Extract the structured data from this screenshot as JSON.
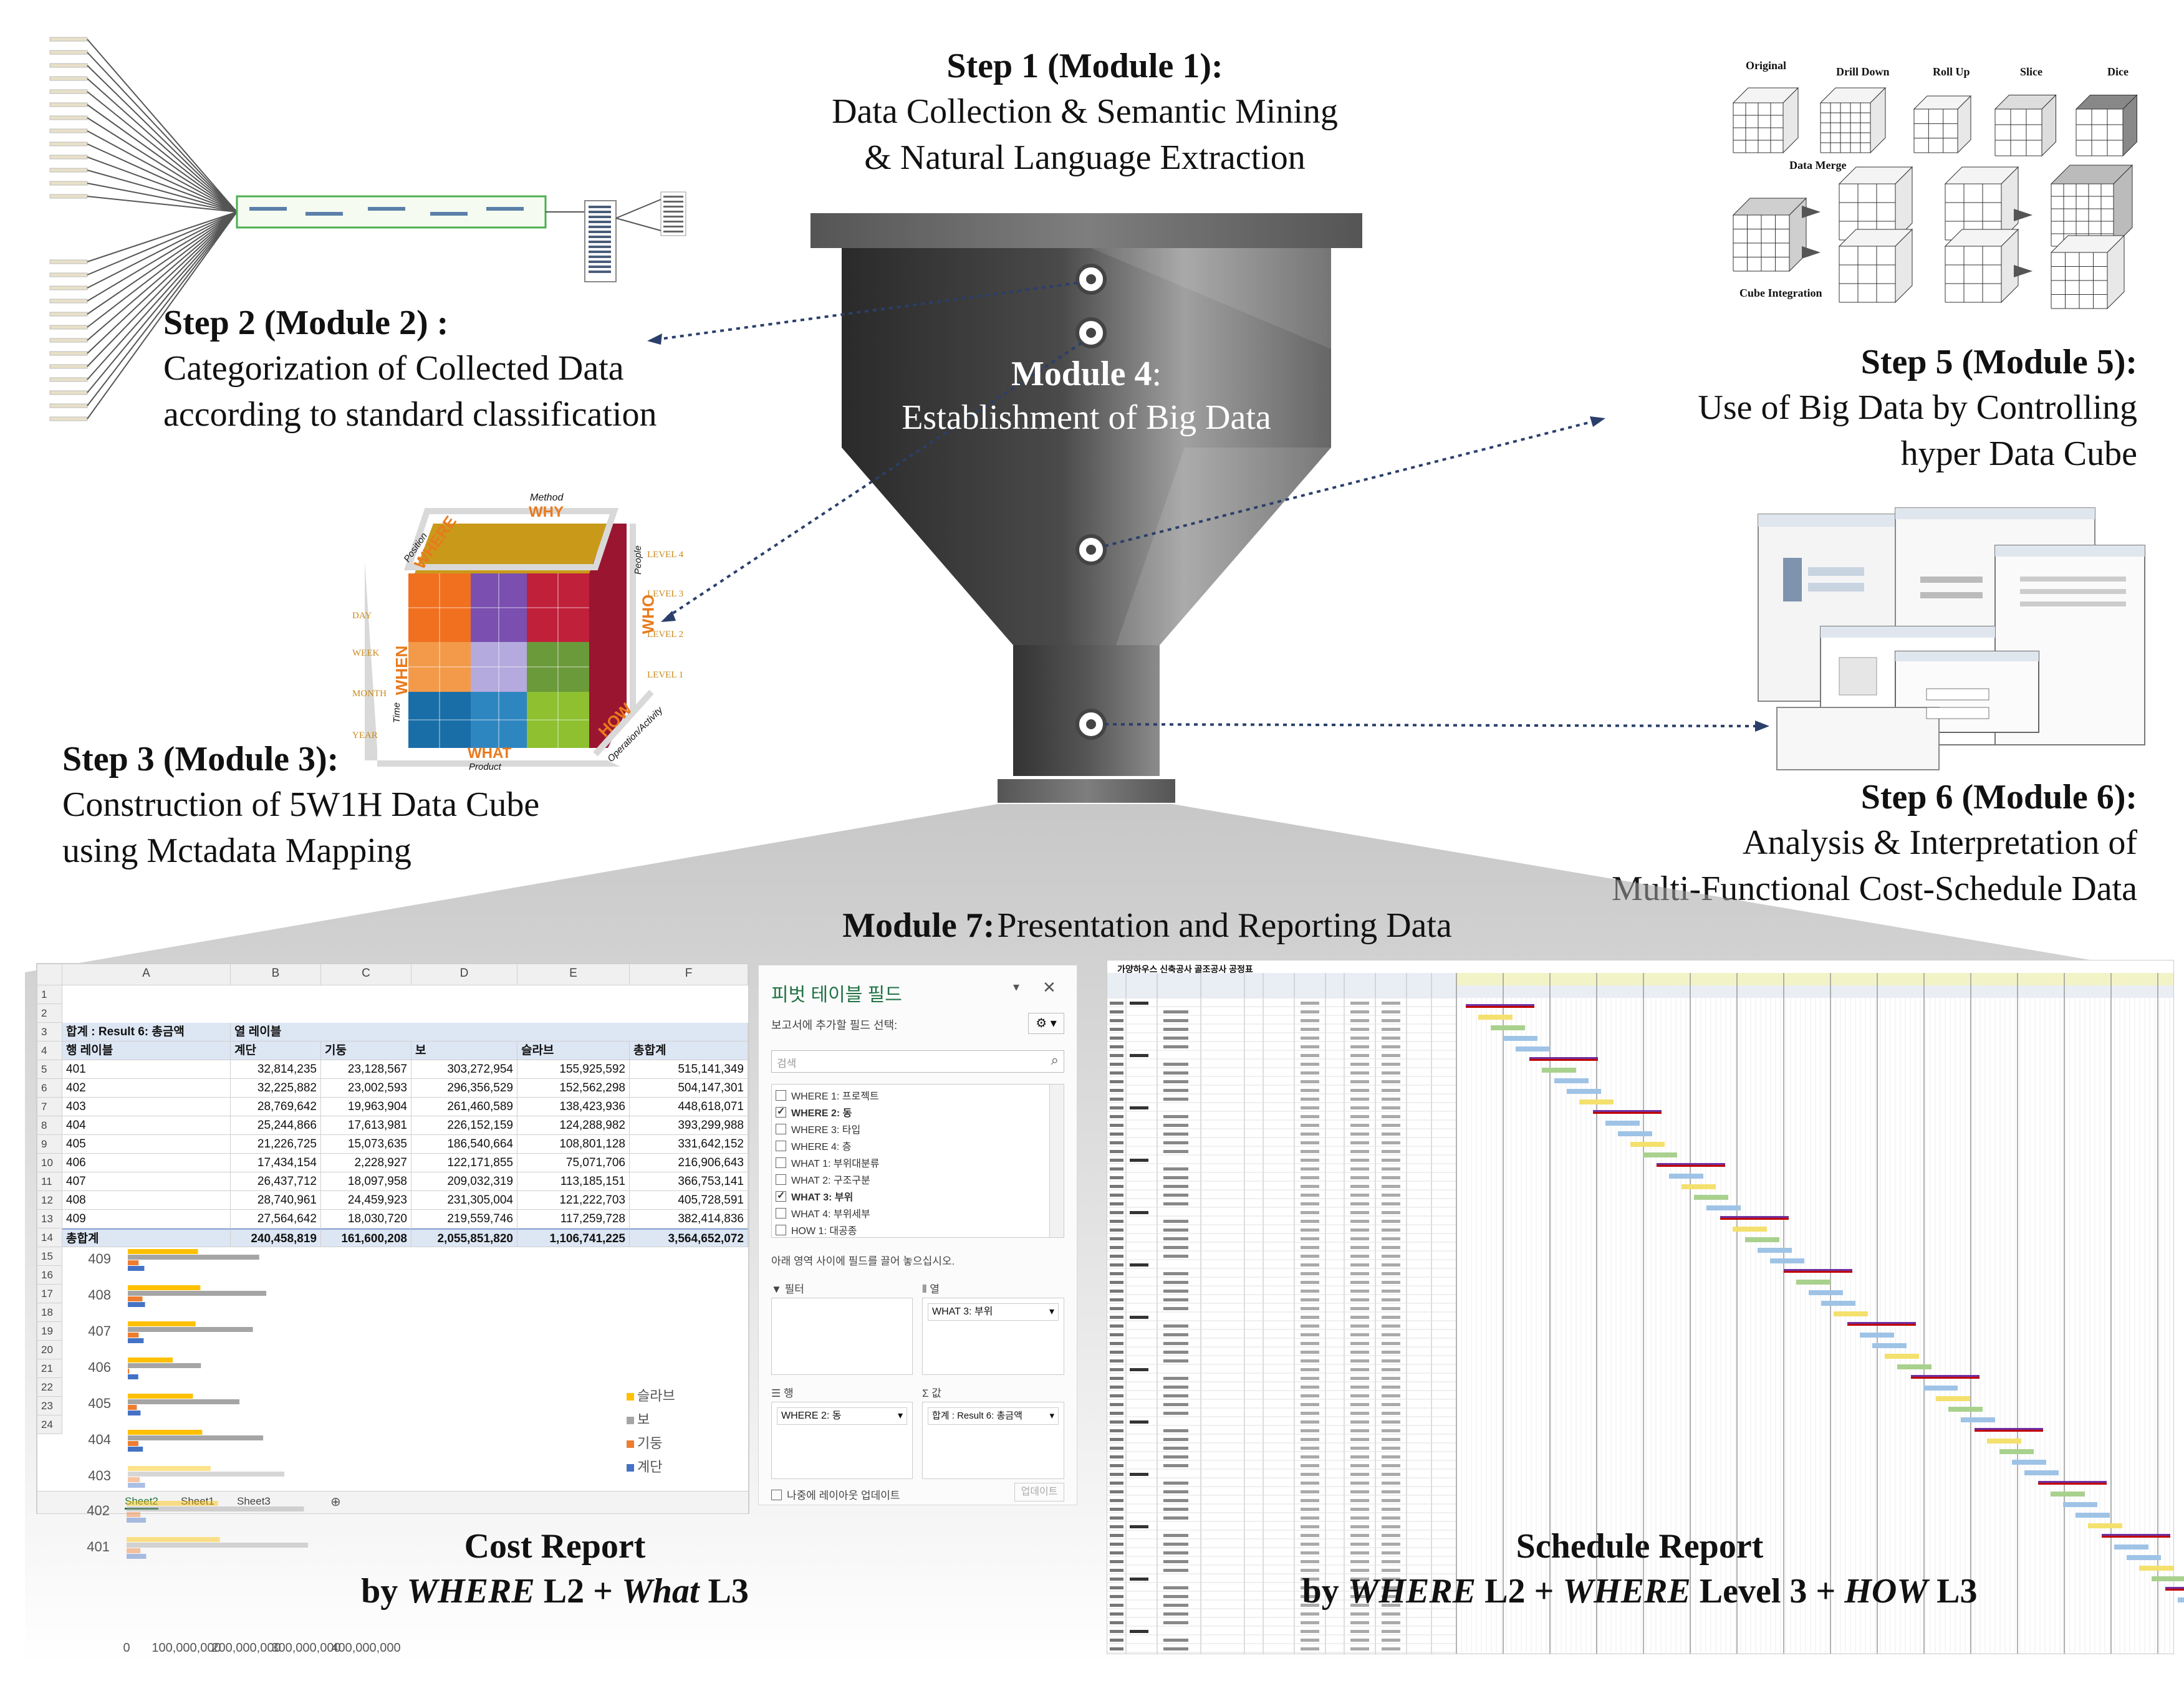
{
  "step1": {
    "title": "Step 1 (Module 1):",
    "line1": "Data Collection & Semantic Mining",
    "line2": "& Natural Language Extraction"
  },
  "step2": {
    "title": "Step 2 (Module 2) :",
    "line1": "Categorization of Collected Data",
    "line2": "according to standard classification"
  },
  "step3": {
    "title": "Step 3 (Module 3):",
    "line1": "Construction of 5W1H Data Cube",
    "line2": "using  Mctadata Mapping"
  },
  "module4": {
    "title": "Module 4",
    "colon": ":",
    "line1": "Establishment of  Big Data"
  },
  "step5": {
    "title": "Step 5 (Module 5):",
    "line1": "Use of Big Data by Controlling",
    "line2": "hyper Data Cube"
  },
  "step6": {
    "title": "Step 6 (Module 6):",
    "line1": "Analysis & Interpretation of",
    "line2": "Multi-Functional Cost-Schedule Data"
  },
  "module7": {
    "title": "Module 7:",
    "line1": "Presentation and Reporting Data"
  },
  "cost_report": {
    "line1": "Cost Report",
    "line2_by": "by ",
    "line2_where": "WHERE",
    "line2_mid": " L2 + ",
    "line2_what": "What",
    "line2_end": " L3"
  },
  "schedule_report": {
    "line1": "Schedule Report",
    "by": "by ",
    "w1": "WHERE",
    "p1": " L2 + ",
    "w2": "WHERE",
    "p2": " Level 3 + ",
    "w3": "HOW",
    "p3": " L3"
  },
  "olap_cube_labels": {
    "original": "Original",
    "drill_down": "Drill Down",
    "roll_up": "Roll Up",
    "slice": "Slice",
    "dice": "Dice",
    "data_merge": "Data Merge",
    "cube_integration": "Cube Integration"
  },
  "cube5w1h": {
    "method": "Method",
    "why": "WHY",
    "position": "Position",
    "where": "WHERE",
    "people": "People",
    "who": "WHO",
    "when": "WHEN",
    "time": "Time",
    "what": "WHAT",
    "product": "Product",
    "how": "HOW",
    "operation": "Operation/Activity",
    "levels": [
      "LEVEL 4",
      "LEVEL 3",
      "LEVEL 2",
      "LEVEL 1"
    ],
    "time_units": [
      "DAY",
      "WEEK",
      "MONTH",
      "YEAR"
    ]
  },
  "spreadsheet": {
    "col_headers": [
      "A",
      "B",
      "C",
      "D",
      "E",
      "F"
    ],
    "row_numbers": [
      "1",
      "2",
      "3",
      "4",
      "5",
      "6",
      "7",
      "8",
      "9",
      "10",
      "11",
      "12",
      "13",
      "14",
      "15",
      "16",
      "17",
      "18",
      "19",
      "20",
      "21",
      "22",
      "23",
      "24"
    ],
    "sum_label": "합계 : Result 6: 총금액",
    "col_label": "열 레이블",
    "row_label": "행 레이블",
    "columns": [
      "계단",
      "기둥",
      "보",
      "슬라브",
      "총합계"
    ],
    "rows": [
      [
        "401",
        "32,814,235",
        "23,128,567",
        "303,272,954",
        "155,925,592",
        "515,141,349"
      ],
      [
        "402",
        "32,225,882",
        "23,002,593",
        "296,356,529",
        "152,562,298",
        "504,147,301"
      ],
      [
        "403",
        "28,769,642",
        "19,963,904",
        "261,460,589",
        "138,423,936",
        "448,618,071"
      ],
      [
        "404",
        "25,244,866",
        "17,613,981",
        "226,152,159",
        "124,288,982",
        "393,299,988"
      ],
      [
        "405",
        "21,226,725",
        "15,073,635",
        "186,540,664",
        "108,801,128",
        "331,642,152"
      ],
      [
        "406",
        "17,434,154",
        "2,228,927",
        "122,171,855",
        "75,071,706",
        "216,906,643"
      ],
      [
        "407",
        "26,437,712",
        "18,097,958",
        "209,032,319",
        "113,185,151",
        "366,753,141"
      ],
      [
        "408",
        "28,740,961",
        "24,459,923",
        "231,305,004",
        "121,222,703",
        "405,728,591"
      ],
      [
        "409",
        "27,564,642",
        "18,030,720",
        "219,559,746",
        "117,259,728",
        "382,414,836"
      ]
    ],
    "total": [
      "총합계",
      "240,458,819",
      "161,600,208",
      "2,055,851,820",
      "1,106,741,225",
      "3,564,652,072"
    ],
    "sheet_tabs": [
      "Sheet2",
      "Sheet1",
      "Sheet3"
    ]
  },
  "chart_data": {
    "type": "bar",
    "orientation": "horizontal",
    "categories": [
      "409",
      "408",
      "407",
      "406",
      "405",
      "404",
      "403",
      "402",
      "401"
    ],
    "series": [
      {
        "name": "계단",
        "values": [
          27564642,
          28740961,
          26437712,
          17434154,
          21226725,
          25244866,
          28769642,
          32225882,
          32814235
        ]
      },
      {
        "name": "기둥",
        "values": [
          18030720,
          24459923,
          18097958,
          2228927,
          15073635,
          17613981,
          19963904,
          23002593,
          23128567
        ]
      },
      {
        "name": "보",
        "values": [
          219559746,
          231305004,
          209032319,
          122171855,
          186540664,
          226152159,
          261460589,
          296356529,
          303272954
        ]
      },
      {
        "name": "슬라브",
        "values": [
          117259728,
          121222703,
          113185151,
          75071706,
          108801128,
          124288982,
          138423936,
          152562298,
          155925592
        ]
      }
    ],
    "series_colors": [
      "#4472c4",
      "#ed7d31",
      "#a5a5a5",
      "#ffc000"
    ],
    "xticks": [
      "0",
      "100,000,000",
      "200,000,000",
      "300,000,000",
      "400,000,000"
    ],
    "xlim": [
      0,
      400000000
    ],
    "legend": [
      "슬라브",
      "보",
      "기둥",
      "계단"
    ]
  },
  "pivot": {
    "title": "피벗 테이블 필드",
    "subtitle": "보고서에 추가할 필드 선택:",
    "search_placeholder": "검색",
    "fields": [
      {
        "label": "WHERE 1: 프로젝트",
        "checked": false
      },
      {
        "label": "WHERE 2: 동",
        "checked": true
      },
      {
        "label": "WHERE 3: 타입",
        "checked": false
      },
      {
        "label": "WHERE 4: 층",
        "checked": false
      },
      {
        "label": "WHAT 1: 부위대분류",
        "checked": false
      },
      {
        "label": "WHAT 2: 구조구분",
        "checked": false
      },
      {
        "label": "WHAT 3: 부위",
        "checked": true
      },
      {
        "label": "WHAT 4: 부위세부",
        "checked": false
      },
      {
        "label": "HOW 1: 대공종",
        "checked": false
      }
    ],
    "drag_hint": "아래 영역 사이에 필드를 끌어 놓으십시오.",
    "filter_label": "필터",
    "columns_label": "열",
    "columns_value": "WHAT 3: 부위",
    "rows_label": "행",
    "rows_value": "WHERE 2: 동",
    "values_label": "값",
    "values_value": "합계 : Result 6: 총금액",
    "defer_label": "나중에 레이아웃 업데이트",
    "update_button": "업데이트"
  },
  "schedule": {
    "title": "가양하우스 신축공사 골조공사 공정표"
  },
  "colors": {
    "funnel_dark": "#3a3a3a",
    "funnel_light": "#8a8a8a",
    "accent_blue": "#4472c4",
    "accent_orange": "#ed7d31",
    "accent_gray": "#a5a5a5",
    "accent_yellow": "#ffc000"
  }
}
